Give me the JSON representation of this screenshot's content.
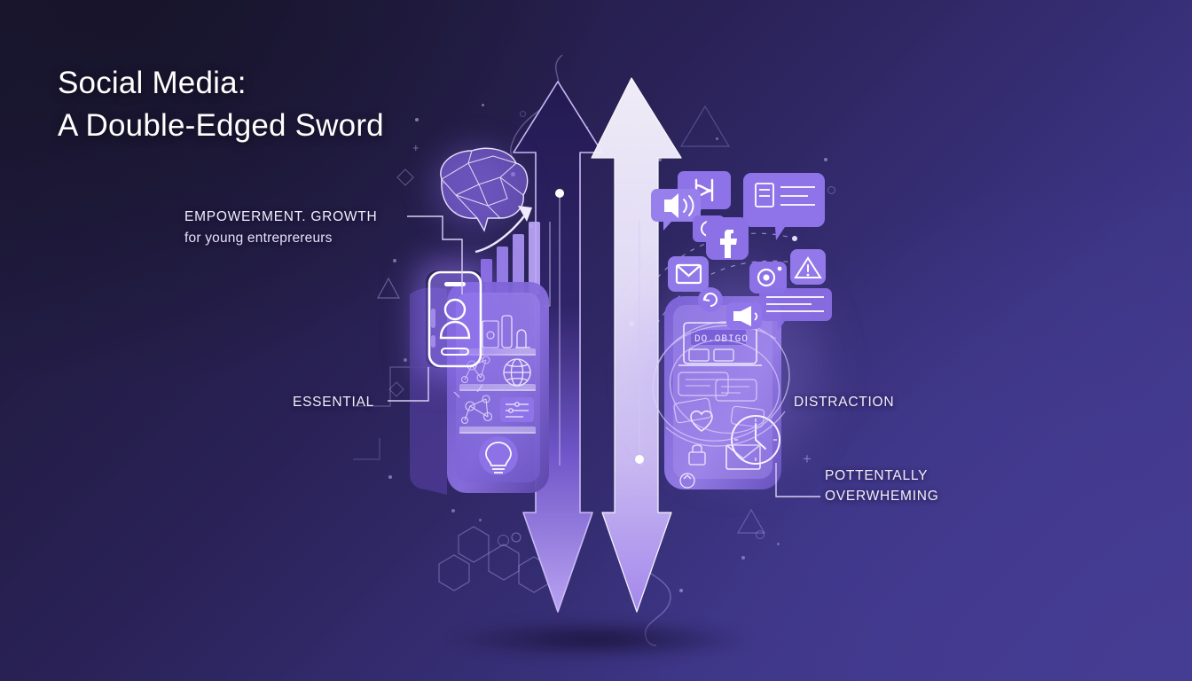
{
  "slide": {
    "title_line1": "Social Media:",
    "title_line2": "A Double-Edged Sword",
    "background": {
      "top_left": "#17142b",
      "bottom_right": "#463d93",
      "mid": "#2a2257"
    }
  },
  "labels": {
    "left_top_caps": "EMPOWERMENT. GROWTH",
    "left_top_sub": "for young entreprereurs",
    "left_mid": "ESSENTIAL",
    "right_mid": "DISTRACTION",
    "right_bottom_line1": "POTTENTALLY",
    "right_bottom_line2": "OVERWHEMING"
  },
  "arrows": {
    "left": {
      "name": "up-arrow-positive",
      "direction": "up",
      "color": "#2c2160"
    },
    "right": {
      "name": "down-arrow-negative",
      "direction": "down",
      "color": "#efeafb"
    }
  },
  "left_panel": {
    "icons": [
      "brain-network-icon",
      "growth-bar-chart-icon",
      "rising-trend-arrow-icon",
      "smartphone-profile-icon",
      "user-avatar-icon",
      "product-shelf-icon",
      "globe-icon",
      "network-nodes-icon",
      "settings-panel-icon",
      "lightbulb-idea-icon"
    ]
  },
  "right_panel": {
    "icons": [
      "speech-bubble-icon",
      "megaphone-icon",
      "facebook-icon",
      "envelope-mail-icon",
      "camera-icon",
      "warning-triangle-icon",
      "chat-bubble-lines-icon",
      "speaker-loud-icon",
      "refresh-icon",
      "heart-like-icon",
      "clock-icon",
      "laptop-screen-icon",
      "notification-stack-icon"
    ],
    "screen_text": "DO.OBIGO"
  },
  "accents": {
    "light_purple": "#a98ef6",
    "deep_purple": "#2c2160",
    "white": "#ffffff",
    "line": "#cfc4f2"
  }
}
